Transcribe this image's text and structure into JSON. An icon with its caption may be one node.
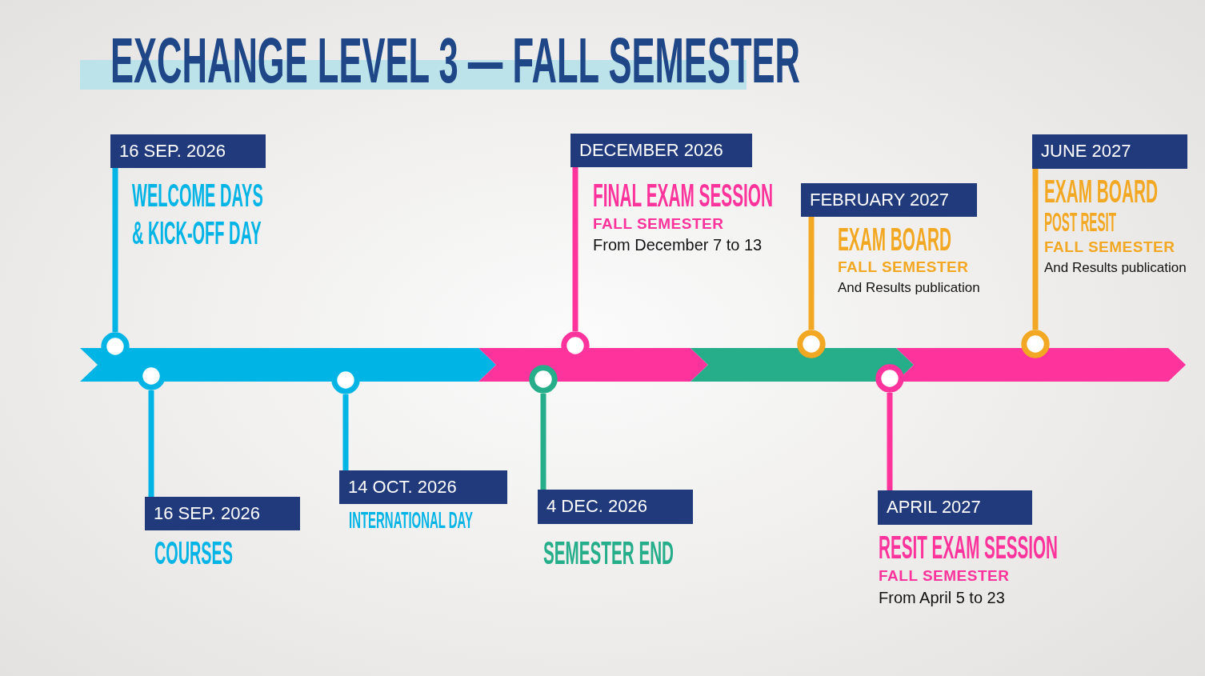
{
  "diagram": {
    "title": "EXCHANGE LEVEL 3 — FALL SEMESTER",
    "nodes": [
      {
        "text": [
          "16 SEP. 2026"
        ],
        "beside": [
          "WELCOME DAYS & KICK-OFF DAY"
        ]
      },
      {
        "text": [],
        "shape": "circle"
      },
      {
        "text": [
          "16 SEP. 2026"
        ],
        "beside": [
          "COURSES"
        ]
      },
      {
        "text": [],
        "shape": "circle"
      },
      {
        "text": [
          "14 OCT. 2026"
        ],
        "beside": [
          "INTERNATIONAL DAY"
        ]
      },
      {
        "text": [],
        "shape": "circle"
      },
      {
        "text": [
          "4 DEC. 2026"
        ],
        "beside": [
          "SEMESTER END"
        ]
      },
      {
        "text": [],
        "shape": "circle"
      },
      {
        "text": [
          "DECEMBER 2026"
        ],
        "beside": [
          "FINAL EXAM SESSION",
          "FALL SEMESTER",
          "From December 7 to 13"
        ]
      },
      {
        "text": [],
        "shape": "circle"
      },
      {
        "text": [
          "FEBRUARY 2027"
        ],
        "beside": [
          "EXAM BOARD",
          "FALL SEMESTER",
          "And Results publication"
        ]
      },
      {
        "text": [],
        "shape": "circle"
      },
      {
        "text": [
          "APRIL 2027"
        ],
        "beside": [
          "RESIT EXAM SESSION",
          "FALL SEMESTER",
          "From April 5 to 23"
        ]
      },
      {
        "text": [],
        "shape": "circle"
      },
      {
        "text": [
          "JUNE 2027"
        ],
        "beside": [
          "EXAM BOARD",
          "POST RESIT",
          "FALL SEMESTER",
          "And Results publication"
        ]
      },
      {
        "text": [],
        "shape": "circle"
      }
    ],
    "edges": [
      {
        "from": 1,
        "to": 0,
        "arrow": "none"
      },
      {
        "from": 3,
        "to": 2,
        "arrow": "none"
      },
      {
        "from": 5,
        "to": 4,
        "arrow": "none"
      },
      {
        "from": 7,
        "to": 6,
        "arrow": "none",
        "color": "#26ae8a"
      },
      {
        "from": 9,
        "to": 8,
        "arrow": "none",
        "color": "#ff339c"
      },
      {
        "from": 11,
        "to": 10,
        "arrow": "none",
        "color": "#f3a823"
      },
      {
        "from": 13,
        "to": 12,
        "arrow": "none",
        "color": "#ff339c"
      },
      {
        "from": 15,
        "to": 14,
        "arrow": "none",
        "color": "#f3a823"
      }
    ]
  }
}
